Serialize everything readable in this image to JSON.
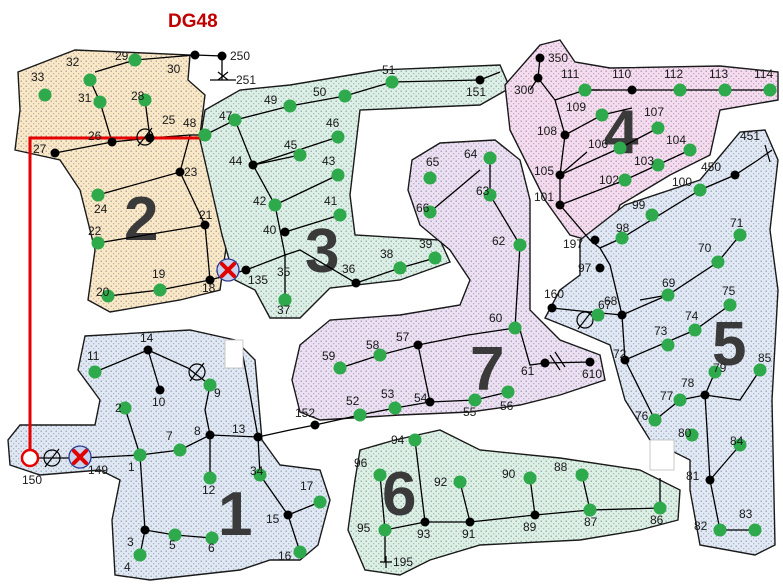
{
  "title": "DG48",
  "zones": [
    {
      "id": "z1",
      "label": "1",
      "fill": "#dfe8f3"
    },
    {
      "id": "z2",
      "label": "2",
      "fill": "#fbe8c6"
    },
    {
      "id": "z3",
      "label": "3",
      "fill": "#dcf0e6"
    },
    {
      "id": "z4",
      "label": "4",
      "fill": "#f7dcef"
    },
    {
      "id": "z5",
      "label": "5",
      "fill": "#e1e9f5"
    },
    {
      "id": "z6",
      "label": "6",
      "fill": "#dcf0e4"
    },
    {
      "id": "z7",
      "label": "7",
      "fill": "#ece0f2"
    }
  ],
  "colors": {
    "node_green": "#2eaa4d",
    "node_black": "#000000",
    "dg_path": "#e60000",
    "switch_open": "#c00000",
    "switch_outline": "#2f3a8f"
  },
  "nodes": [
    {
      "label": "1",
      "kind": "green"
    },
    {
      "label": "2",
      "kind": "green"
    },
    {
      "label": "3",
      "kind": "black"
    },
    {
      "label": "4",
      "kind": "green"
    },
    {
      "label": "5",
      "kind": "green"
    },
    {
      "label": "6",
      "kind": "green"
    },
    {
      "label": "7",
      "kind": "green"
    },
    {
      "label": "8",
      "kind": "black"
    },
    {
      "label": "9",
      "kind": "green"
    },
    {
      "label": "10",
      "kind": "black"
    },
    {
      "label": "11",
      "kind": "green"
    },
    {
      "label": "12",
      "kind": "green"
    },
    {
      "label": "13",
      "kind": "black"
    },
    {
      "label": "14",
      "kind": "black"
    },
    {
      "label": "15",
      "kind": "black"
    },
    {
      "label": "16",
      "kind": "green"
    },
    {
      "label": "17",
      "kind": "green"
    },
    {
      "label": "18",
      "kind": "black"
    },
    {
      "label": "19",
      "kind": "green"
    },
    {
      "label": "20",
      "kind": "green"
    },
    {
      "label": "21",
      "kind": "black"
    },
    {
      "label": "22",
      "kind": "green"
    },
    {
      "label": "23",
      "kind": "black"
    },
    {
      "label": "24",
      "kind": "green"
    },
    {
      "label": "25",
      "kind": "black"
    },
    {
      "label": "26",
      "kind": "black"
    },
    {
      "label": "27",
      "kind": "black"
    },
    {
      "label": "28",
      "kind": "green"
    },
    {
      "label": "29",
      "kind": "green"
    },
    {
      "label": "30",
      "kind": "black"
    },
    {
      "label": "31",
      "kind": "green"
    },
    {
      "label": "32",
      "kind": "green"
    },
    {
      "label": "33",
      "kind": "green"
    },
    {
      "label": "34",
      "kind": "green"
    },
    {
      "label": "35",
      "kind": "green"
    },
    {
      "label": "36",
      "kind": "black"
    },
    {
      "label": "37",
      "kind": "green"
    },
    {
      "label": "38",
      "kind": "green"
    },
    {
      "label": "39",
      "kind": "green"
    },
    {
      "label": "40",
      "kind": "black"
    },
    {
      "label": "41",
      "kind": "green"
    },
    {
      "label": "42",
      "kind": "green"
    },
    {
      "label": "43",
      "kind": "green"
    },
    {
      "label": "44",
      "kind": "black"
    },
    {
      "label": "45",
      "kind": "green"
    },
    {
      "label": "46",
      "kind": "green"
    },
    {
      "label": "47",
      "kind": "green"
    },
    {
      "label": "48",
      "kind": "green"
    },
    {
      "label": "49",
      "kind": "green"
    },
    {
      "label": "50",
      "kind": "green"
    },
    {
      "label": "51",
      "kind": "green"
    },
    {
      "label": "52",
      "kind": "green"
    },
    {
      "label": "53",
      "kind": "green"
    },
    {
      "label": "54",
      "kind": "black"
    },
    {
      "label": "55",
      "kind": "green"
    },
    {
      "label": "56",
      "kind": "green"
    },
    {
      "label": "57",
      "kind": "black"
    },
    {
      "label": "58",
      "kind": "green"
    },
    {
      "label": "59",
      "kind": "green"
    },
    {
      "label": "60",
      "kind": "green"
    },
    {
      "label": "61",
      "kind": "black"
    },
    {
      "label": "62",
      "kind": "green"
    },
    {
      "label": "63",
      "kind": "green"
    },
    {
      "label": "64",
      "kind": "green"
    },
    {
      "label": "65",
      "kind": "green"
    },
    {
      "label": "66",
      "kind": "green"
    },
    {
      "label": "67",
      "kind": "green"
    },
    {
      "label": "68",
      "kind": "black"
    },
    {
      "label": "69",
      "kind": "green"
    },
    {
      "label": "70",
      "kind": "green"
    },
    {
      "label": "71",
      "kind": "green"
    },
    {
      "label": "72",
      "kind": "black"
    },
    {
      "label": "73",
      "kind": "green"
    },
    {
      "label": "74",
      "kind": "green"
    },
    {
      "label": "75",
      "kind": "green"
    },
    {
      "label": "76",
      "kind": "green"
    },
    {
      "label": "77",
      "kind": "green"
    },
    {
      "label": "78",
      "kind": "black"
    },
    {
      "label": "79",
      "kind": "green"
    },
    {
      "label": "80",
      "kind": "green"
    },
    {
      "label": "81",
      "kind": "black"
    },
    {
      "label": "82",
      "kind": "green"
    },
    {
      "label": "83",
      "kind": "green"
    },
    {
      "label": "84",
      "kind": "green"
    },
    {
      "label": "85",
      "kind": "green"
    },
    {
      "label": "86",
      "kind": "green"
    },
    {
      "label": "87",
      "kind": "green"
    },
    {
      "label": "88",
      "kind": "green"
    },
    {
      "label": "89",
      "kind": "black"
    },
    {
      "label": "90",
      "kind": "green"
    },
    {
      "label": "91",
      "kind": "black"
    },
    {
      "label": "92",
      "kind": "green"
    },
    {
      "label": "93",
      "kind": "black"
    },
    {
      "label": "94",
      "kind": "green"
    },
    {
      "label": "95",
      "kind": "green"
    },
    {
      "label": "96",
      "kind": "green"
    },
    {
      "label": "97",
      "kind": "black"
    },
    {
      "label": "98",
      "kind": "green"
    },
    {
      "label": "99",
      "kind": "green"
    },
    {
      "label": "100",
      "kind": "green"
    },
    {
      "label": "101",
      "kind": "black"
    },
    {
      "label": "102",
      "kind": "green"
    },
    {
      "label": "103",
      "kind": "green"
    },
    {
      "label": "104",
      "kind": "green"
    },
    {
      "label": "105",
      "kind": "black"
    },
    {
      "label": "106",
      "kind": "green"
    },
    {
      "label": "107",
      "kind": "green"
    },
    {
      "label": "108",
      "kind": "black"
    },
    {
      "label": "109",
      "kind": "green"
    },
    {
      "label": "110",
      "kind": "black"
    },
    {
      "label": "111",
      "kind": "green"
    },
    {
      "label": "112",
      "kind": "green"
    },
    {
      "label": "113",
      "kind": "green"
    },
    {
      "label": "114",
      "kind": "green"
    },
    {
      "label": "135",
      "kind": "black"
    },
    {
      "label": "149",
      "kind": "none"
    },
    {
      "label": "150",
      "kind": "ring"
    },
    {
      "label": "151",
      "kind": "black"
    },
    {
      "label": "152",
      "kind": "black"
    },
    {
      "label": "160",
      "kind": "black"
    },
    {
      "label": "195",
      "kind": "none"
    },
    {
      "label": "197",
      "kind": "black"
    },
    {
      "label": "250",
      "kind": "black"
    },
    {
      "label": "251",
      "kind": "none"
    },
    {
      "label": "300",
      "kind": "black"
    },
    {
      "label": "350",
      "kind": "black"
    },
    {
      "label": "450",
      "kind": "black"
    },
    {
      "label": "451",
      "kind": "none"
    },
    {
      "label": "610",
      "kind": "black"
    }
  ]
}
